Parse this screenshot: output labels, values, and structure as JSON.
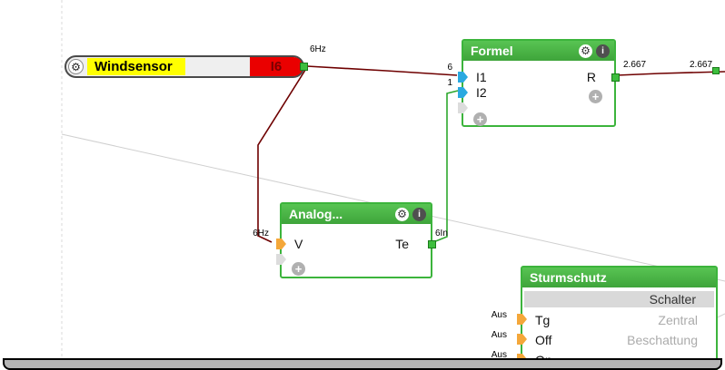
{
  "icons": {
    "gear": "⚙",
    "info": "i",
    "plus": "+"
  },
  "colors": {
    "block_green": "#4CB848",
    "wire_red": "#6E0000",
    "wire_green": "#2EA82E",
    "input_blue": "#2AA9E0",
    "input_orange": "#F4A73A",
    "badge_red": "#EA0000",
    "highlight_yellow": "#FFFF00"
  },
  "blocks": {
    "windsensor": {
      "title": "Windsensor",
      "badge": "I6",
      "out_label": "6Hz"
    },
    "formel": {
      "title": "Formel",
      "inputs": [
        {
          "name": "I1",
          "value": "6"
        },
        {
          "name": "I2",
          "value": "1"
        }
      ],
      "output": "R",
      "out_values": [
        "2.667",
        "2.667"
      ]
    },
    "analog": {
      "title": "Analog...",
      "input": "V",
      "output": "Te",
      "in_label": "6Hz",
      "out_label": "6In"
    },
    "sturmschutz": {
      "title": "Sturmschutz",
      "mode_row": "Schalter",
      "rows": [
        {
          "left": "Tg",
          "right": "Zentral",
          "value": "Aus"
        },
        {
          "left": "Off",
          "right": "Beschattung",
          "value": "Aus"
        },
        {
          "left": "On",
          "right": "",
          "value": "Aus"
        }
      ]
    }
  }
}
